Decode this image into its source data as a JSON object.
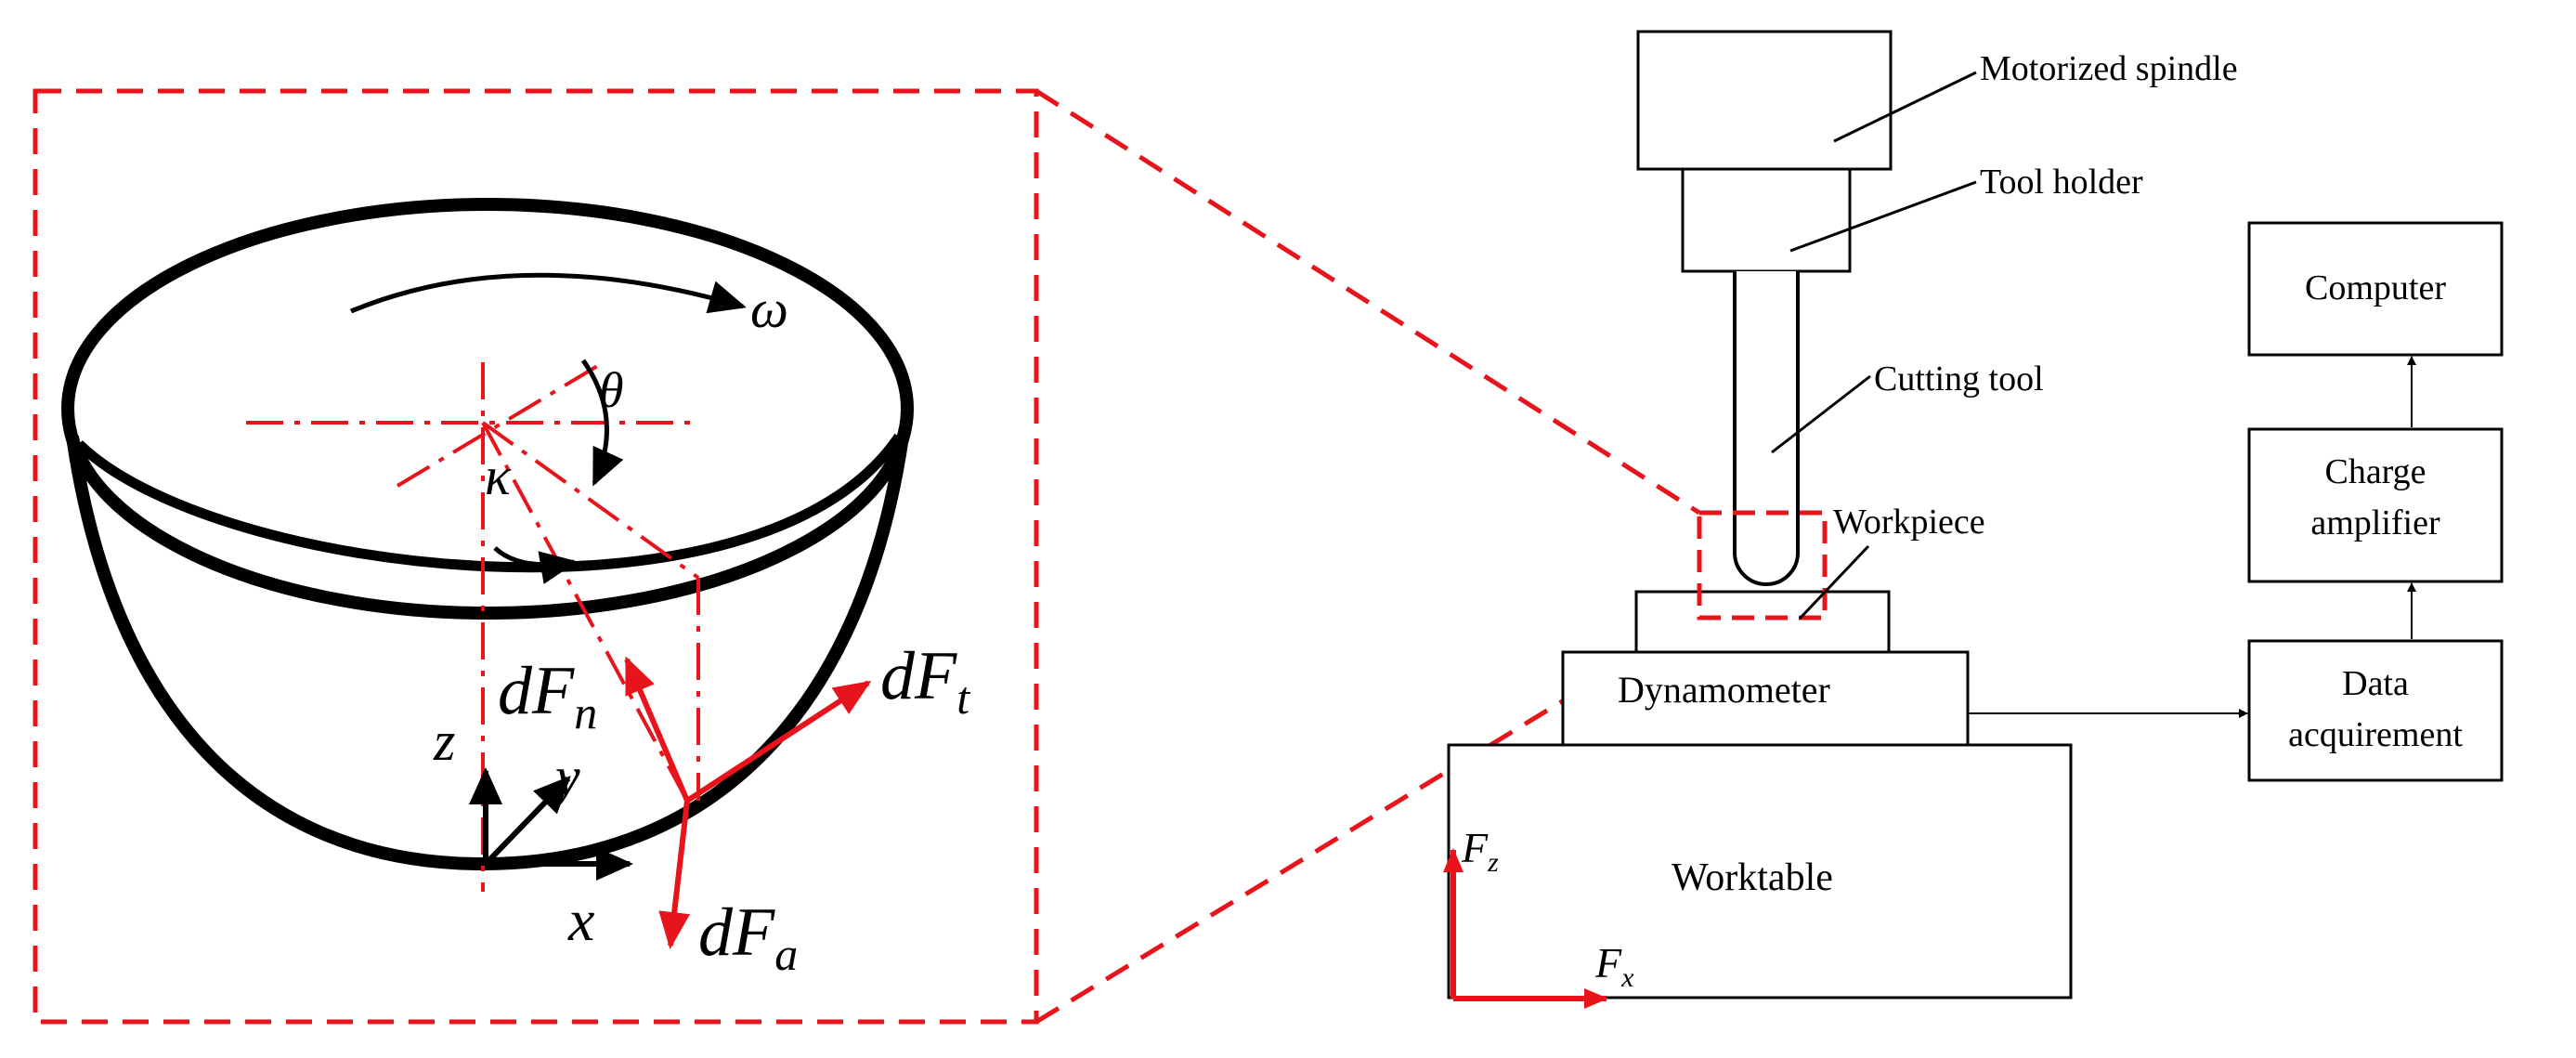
{
  "setup": {
    "motorized_spindle": "Motorized spindle",
    "tool_holder": "Tool holder",
    "cutting_tool": "Cutting tool",
    "workpiece": "Workpiece",
    "dynamometer": "Dynamometer",
    "worktable": "Worktable",
    "fz_main": "F",
    "fz_sub": "z",
    "fx_main": "F",
    "fx_sub": "x"
  },
  "chain": {
    "computer": "Computer",
    "charge_amplifier_line1": "Charge",
    "charge_amplifier_line2": "amplifier",
    "data_acquirement_line1": "Data",
    "data_acquirement_line2": "acquirement"
  },
  "detail": {
    "omega": "ω",
    "theta": "θ",
    "kappa": "κ",
    "dfn_main": "dF",
    "dfn_sub": "n",
    "dft_main": "dF",
    "dft_sub": "t",
    "dfa_main": "dF",
    "dfa_sub": "a",
    "axis_x": "x",
    "axis_y": "y",
    "axis_z": "z"
  },
  "colors": {
    "accent_red": "#e8141b",
    "line": "#000000"
  }
}
